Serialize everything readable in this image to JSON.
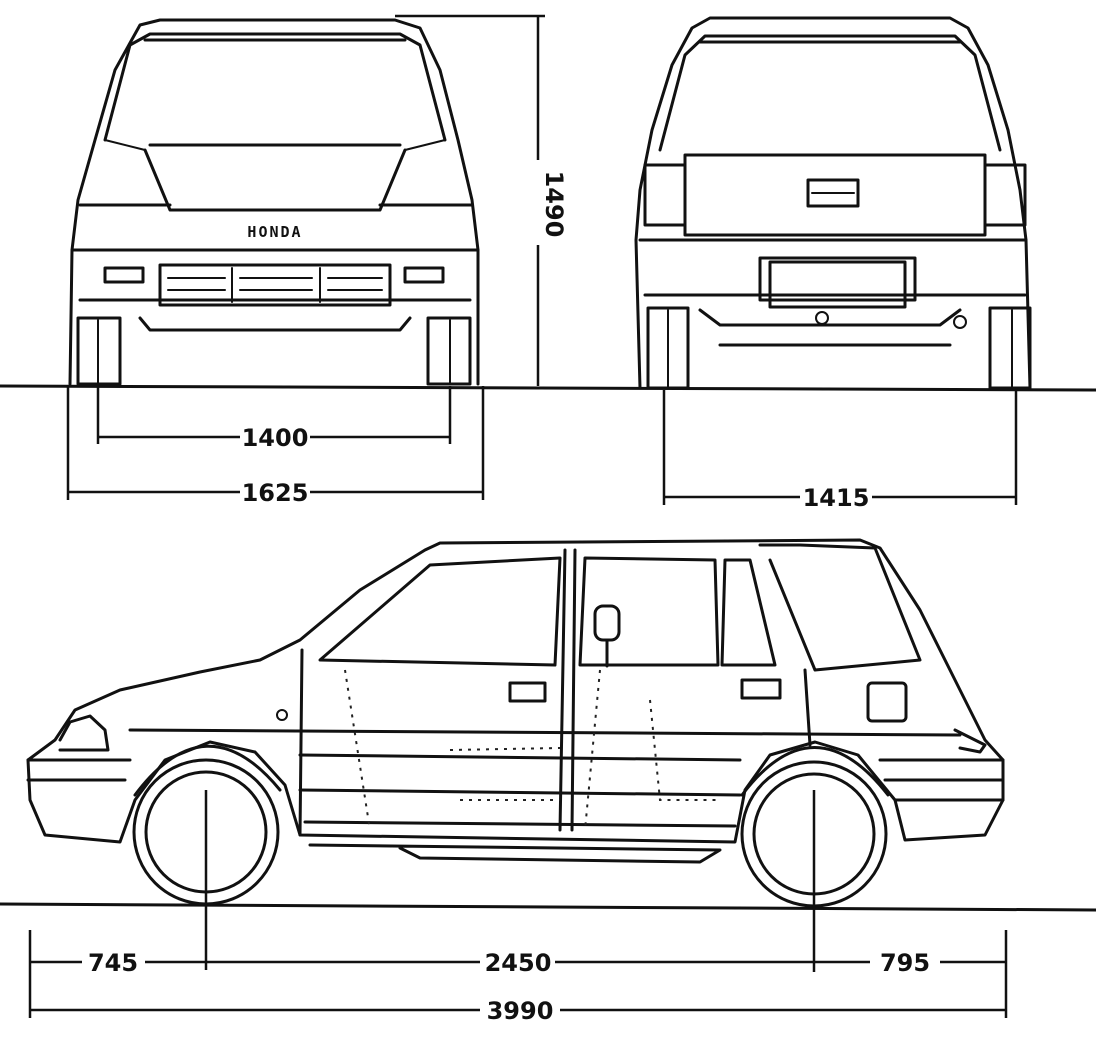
{
  "front_view": {
    "track": "1400",
    "width": "1625",
    "height": "1490",
    "grille_badge": "HONDA"
  },
  "rear_view": {
    "track": "1415"
  },
  "side_view": {
    "front_overhang": "745",
    "wheelbase": "2450",
    "rear_overhang": "795",
    "length": "3990"
  }
}
